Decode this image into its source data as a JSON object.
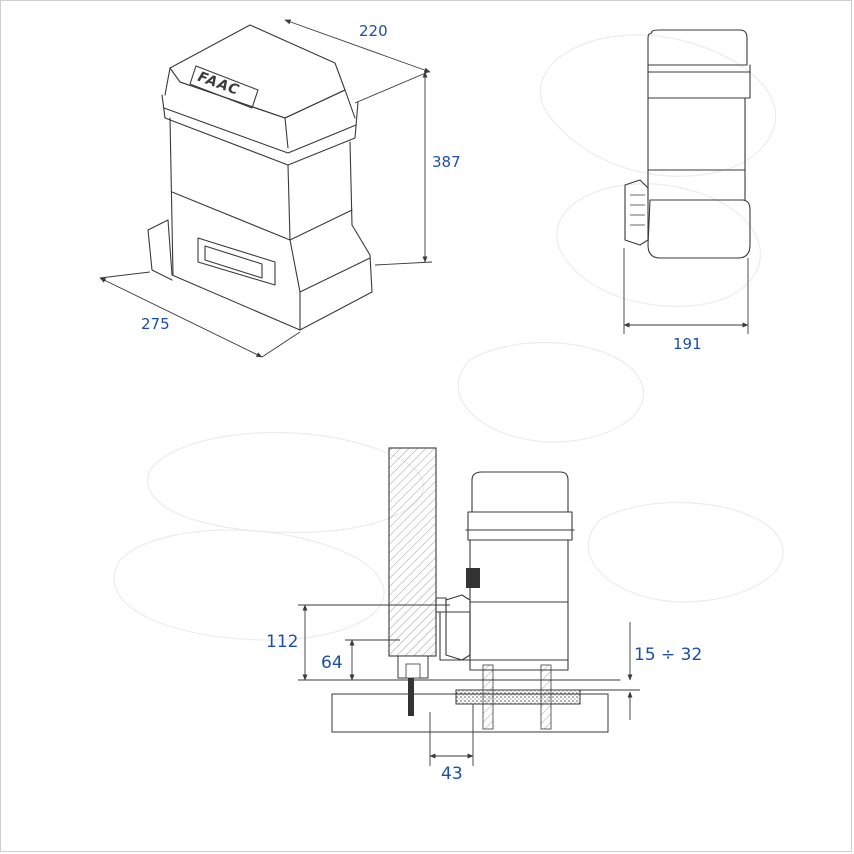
{
  "drawing": {
    "brand_logo_text": "FAAC",
    "dimensions": {
      "depth": "220",
      "height": "387",
      "width": "275",
      "side_width": "191",
      "bracket_height": "112",
      "rack_height": "64",
      "foundation_range": "15 ÷ 32",
      "gate_offset": "43"
    }
  },
  "colors": {
    "dimension_text": "#1e4fa0",
    "line": "#3a3a3a",
    "frame": "#cfcfcf"
  }
}
